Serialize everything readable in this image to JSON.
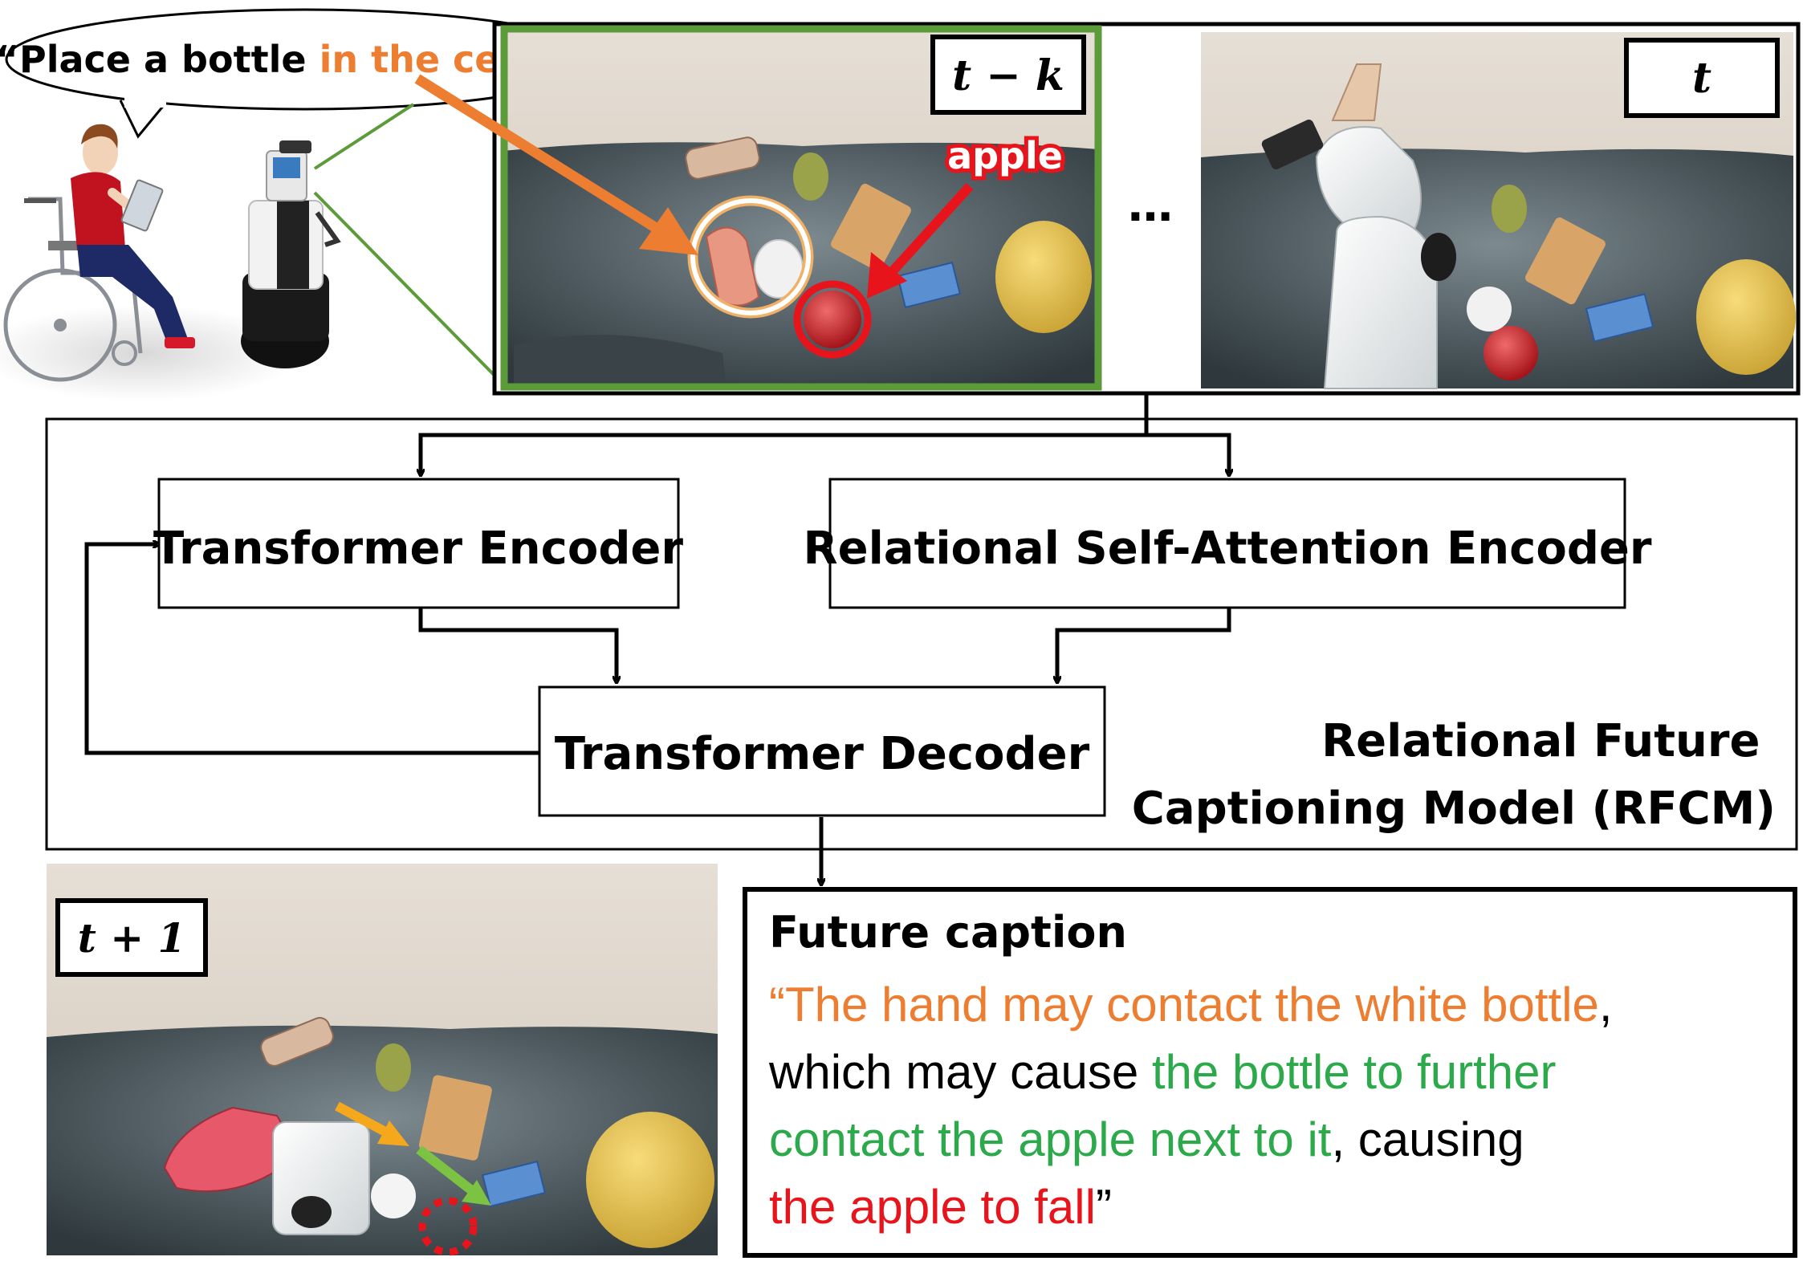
{
  "speech": {
    "open_quote": "“",
    "plain": "Place a bottle ",
    "highlight": "in the center",
    "close_quote": "”"
  },
  "frames": {
    "past_label": "t − k",
    "current_label": "t",
    "ellipsis": "…",
    "future_label": "t + 1",
    "object_tag": "apple"
  },
  "model": {
    "encoder": "Transformer Encoder",
    "relational_encoder": "Relational Self-Attention Encoder",
    "decoder": "Transformer Decoder",
    "name_line1": "Relational Future",
    "name_line2": "Captioning Model (RFCM)"
  },
  "caption": {
    "heading": "Future caption",
    "open_quote": "“",
    "seg_orange": "The hand may contact the white bottle",
    "comma": ",",
    "line2_plain": "which may cause ",
    "seg_green_a": "the bottle to further",
    "seg_green_b": "contact the apple next to it",
    "line3_plain": ", causing",
    "seg_red": "the apple to fall",
    "close_quote": "”"
  },
  "colors": {
    "orange": "#ec7d31",
    "green": "#2ca94a",
    "red": "#e8141c",
    "frame_green": "#5b9b3a"
  }
}
